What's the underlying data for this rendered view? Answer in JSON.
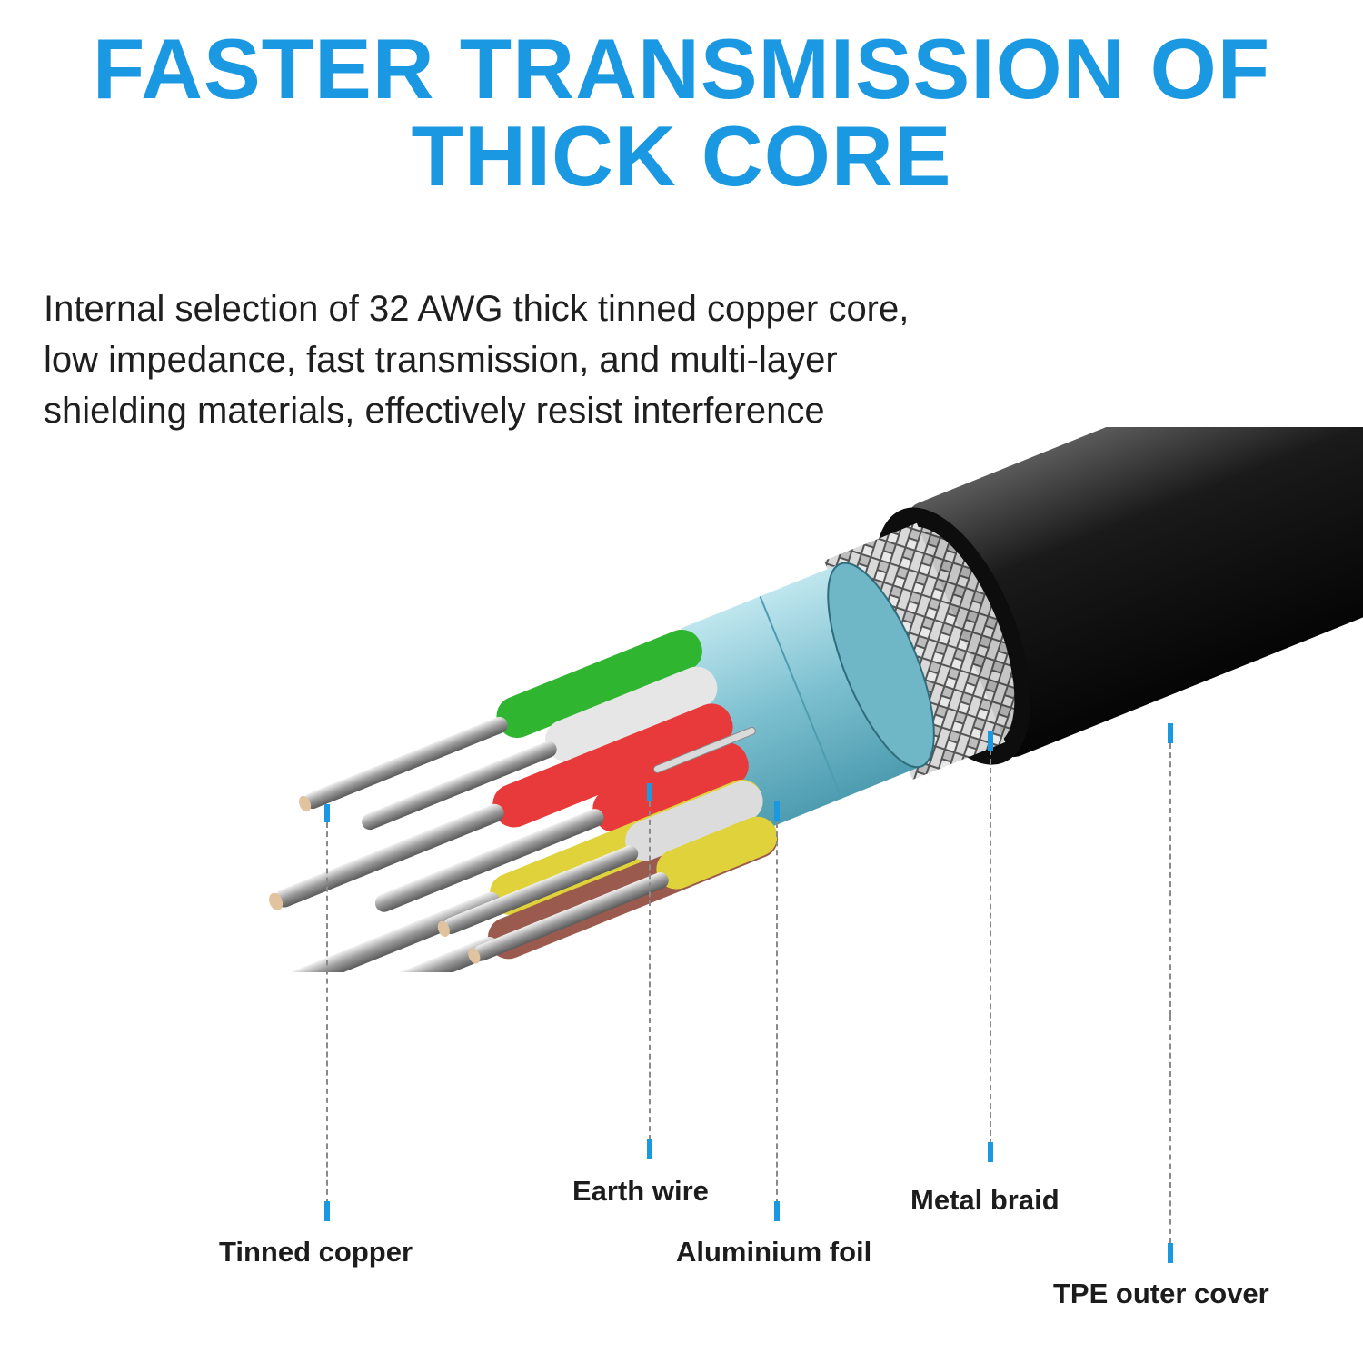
{
  "title": {
    "line1": "FASTER TRANSMISSION OF",
    "line2": "THICK CORE",
    "color": "#1a98e2"
  },
  "description": {
    "lines": [
      "Internal selection of 32 AWG thick tinned copper core,",
      "low impedance, fast transmission, and multi-layer",
      "shielding materials, effectively resist interference"
    ]
  },
  "diagram": {
    "subject": "cable-cross-section",
    "wire_colors": [
      "#e8e8e8",
      "#2fb52f",
      "#e83a3a",
      "#e0d23a",
      "#9a5a4e",
      "#d8d8d8"
    ],
    "foil_color": "#7fc4d4",
    "jacket_color": "#111111",
    "marker_color": "#1a98e2",
    "labels": [
      {
        "id": "tinned-copper",
        "text": "Tinned copper"
      },
      {
        "id": "earth-wire",
        "text": "Earth wire"
      },
      {
        "id": "aluminium-foil",
        "text": "Aluminium foil"
      },
      {
        "id": "metal-braid",
        "text": "Metal braid"
      },
      {
        "id": "tpe-outer-cover",
        "text": "TPE outer cover"
      }
    ]
  }
}
